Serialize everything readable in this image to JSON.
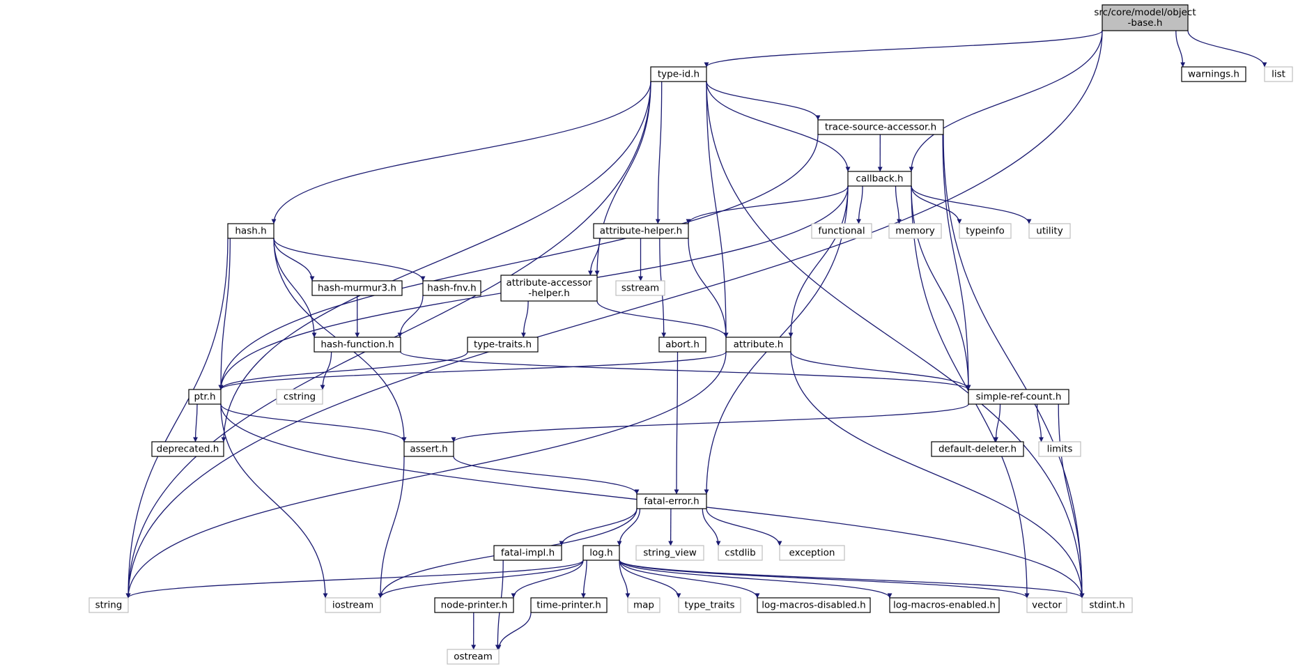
{
  "colors": {
    "edge": "#191970",
    "node_border": "#000000",
    "system_border": "#bfbfbf",
    "root_fill": "#bfbfbf",
    "node_fill": "#ffffff"
  },
  "nodes": [
    {
      "id": "object-base",
      "lines": [
        "src/core/model/object",
        "-base.h"
      ],
      "kind": "root"
    },
    {
      "id": "type-id",
      "lines": [
        "type-id.h"
      ],
      "kind": "local"
    },
    {
      "id": "warnings",
      "lines": [
        "warnings.h"
      ],
      "kind": "local"
    },
    {
      "id": "list",
      "lines": [
        "list"
      ],
      "kind": "system"
    },
    {
      "id": "trace-source-accessor",
      "lines": [
        "trace-source-accessor.h"
      ],
      "kind": "local"
    },
    {
      "id": "callback",
      "lines": [
        "callback.h"
      ],
      "kind": "local"
    },
    {
      "id": "hash",
      "lines": [
        "hash.h"
      ],
      "kind": "local"
    },
    {
      "id": "attribute-helper",
      "lines": [
        "attribute-helper.h"
      ],
      "kind": "local"
    },
    {
      "id": "functional",
      "lines": [
        "functional"
      ],
      "kind": "system"
    },
    {
      "id": "memory",
      "lines": [
        "memory"
      ],
      "kind": "system"
    },
    {
      "id": "typeinfo",
      "lines": [
        "typeinfo"
      ],
      "kind": "system"
    },
    {
      "id": "utility",
      "lines": [
        "utility"
      ],
      "kind": "system"
    },
    {
      "id": "hash-murmur3",
      "lines": [
        "hash-murmur3.h"
      ],
      "kind": "local"
    },
    {
      "id": "hash-fnv",
      "lines": [
        "hash-fnv.h"
      ],
      "kind": "local"
    },
    {
      "id": "attribute-accessor-helper",
      "lines": [
        "attribute-accessor",
        "-helper.h"
      ],
      "kind": "local"
    },
    {
      "id": "sstream",
      "lines": [
        "sstream"
      ],
      "kind": "system"
    },
    {
      "id": "hash-function",
      "lines": [
        "hash-function.h"
      ],
      "kind": "local"
    },
    {
      "id": "type-traits",
      "lines": [
        "type-traits.h"
      ],
      "kind": "local"
    },
    {
      "id": "abort",
      "lines": [
        "abort.h"
      ],
      "kind": "local"
    },
    {
      "id": "attribute",
      "lines": [
        "attribute.h"
      ],
      "kind": "local"
    },
    {
      "id": "ptr",
      "lines": [
        "ptr.h"
      ],
      "kind": "local"
    },
    {
      "id": "cstring",
      "lines": [
        "cstring"
      ],
      "kind": "system"
    },
    {
      "id": "simple-ref-count",
      "lines": [
        "simple-ref-count.h"
      ],
      "kind": "local"
    },
    {
      "id": "deprecated",
      "lines": [
        "deprecated.h"
      ],
      "kind": "local"
    },
    {
      "id": "assert",
      "lines": [
        "assert.h"
      ],
      "kind": "local"
    },
    {
      "id": "default-deleter",
      "lines": [
        "default-deleter.h"
      ],
      "kind": "local"
    },
    {
      "id": "limits",
      "lines": [
        "limits"
      ],
      "kind": "system"
    },
    {
      "id": "fatal-error",
      "lines": [
        "fatal-error.h"
      ],
      "kind": "local"
    },
    {
      "id": "fatal-impl",
      "lines": [
        "fatal-impl.h"
      ],
      "kind": "local"
    },
    {
      "id": "log",
      "lines": [
        "log.h"
      ],
      "kind": "local"
    },
    {
      "id": "string_view",
      "lines": [
        "string_view"
      ],
      "kind": "system"
    },
    {
      "id": "cstdlib",
      "lines": [
        "cstdlib"
      ],
      "kind": "system"
    },
    {
      "id": "exception",
      "lines": [
        "exception"
      ],
      "kind": "system"
    },
    {
      "id": "string",
      "lines": [
        "string"
      ],
      "kind": "system"
    },
    {
      "id": "iostream",
      "lines": [
        "iostream"
      ],
      "kind": "system"
    },
    {
      "id": "node-printer",
      "lines": [
        "node-printer.h"
      ],
      "kind": "local"
    },
    {
      "id": "time-printer",
      "lines": [
        "time-printer.h"
      ],
      "kind": "local"
    },
    {
      "id": "map",
      "lines": [
        "map"
      ],
      "kind": "system"
    },
    {
      "id": "type_traits",
      "lines": [
        "type_traits"
      ],
      "kind": "system"
    },
    {
      "id": "log-macros-disabled",
      "lines": [
        "log-macros-disabled.h"
      ],
      "kind": "local"
    },
    {
      "id": "log-macros-enabled",
      "lines": [
        "log-macros-enabled.h"
      ],
      "kind": "local"
    },
    {
      "id": "vector",
      "lines": [
        "vector"
      ],
      "kind": "system"
    },
    {
      "id": "stdint",
      "lines": [
        "stdint.h"
      ],
      "kind": "system"
    },
    {
      "id": "ostream",
      "lines": [
        "ostream"
      ],
      "kind": "system"
    }
  ],
  "edges": [
    [
      "object-base",
      "string"
    ],
    [
      "object-base",
      "type-id"
    ],
    [
      "object-base",
      "callback"
    ],
    [
      "object-base",
      "warnings"
    ],
    [
      "object-base",
      "list"
    ],
    [
      "type-id",
      "string"
    ],
    [
      "type-id",
      "deprecated"
    ],
    [
      "type-id",
      "hash"
    ],
    [
      "type-id",
      "attribute-accessor-helper"
    ],
    [
      "type-id",
      "attribute-helper"
    ],
    [
      "type-id",
      "attribute"
    ],
    [
      "type-id",
      "callback"
    ],
    [
      "type-id",
      "trace-source-accessor"
    ],
    [
      "type-id",
      "stdint"
    ],
    [
      "trace-source-accessor",
      "ptr"
    ],
    [
      "trace-source-accessor",
      "callback"
    ],
    [
      "trace-source-accessor",
      "simple-ref-count"
    ],
    [
      "trace-source-accessor",
      "stdint"
    ],
    [
      "callback",
      "ptr"
    ],
    [
      "callback",
      "attribute-helper"
    ],
    [
      "callback",
      "attribute"
    ],
    [
      "callback",
      "fatal-error"
    ],
    [
      "callback",
      "functional"
    ],
    [
      "callback",
      "memory"
    ],
    [
      "callback",
      "typeinfo"
    ],
    [
      "callback",
      "utility"
    ],
    [
      "callback",
      "simple-ref-count"
    ],
    [
      "callback",
      "vector"
    ],
    [
      "hash",
      "string"
    ],
    [
      "hash",
      "ptr"
    ],
    [
      "hash",
      "assert"
    ],
    [
      "hash",
      "hash-function"
    ],
    [
      "hash",
      "hash-murmur3"
    ],
    [
      "hash",
      "hash-fnv"
    ],
    [
      "hash-murmur3",
      "hash-function"
    ],
    [
      "hash-fnv",
      "hash-function"
    ],
    [
      "hash-function",
      "cstring"
    ],
    [
      "hash-function",
      "simple-ref-count"
    ],
    [
      "attribute-helper",
      "attribute-accessor-helper"
    ],
    [
      "attribute-helper",
      "sstream"
    ],
    [
      "attribute-helper",
      "abort"
    ],
    [
      "attribute-helper",
      "attribute"
    ],
    [
      "attribute-accessor-helper",
      "type-traits"
    ],
    [
      "attribute-accessor-helper",
      "attribute"
    ],
    [
      "type-traits",
      "ptr"
    ],
    [
      "abort",
      "fatal-error"
    ],
    [
      "attribute",
      "ptr"
    ],
    [
      "attribute",
      "string"
    ],
    [
      "attribute",
      "simple-ref-count"
    ],
    [
      "attribute",
      "stdint"
    ],
    [
      "ptr",
      "deprecated"
    ],
    [
      "ptr",
      "assert"
    ],
    [
      "ptr",
      "iostream"
    ],
    [
      "ptr",
      "stdint"
    ],
    [
      "simple-ref-count",
      "assert"
    ],
    [
      "simple-ref-count",
      "default-deleter"
    ],
    [
      "simple-ref-count",
      "limits"
    ],
    [
      "simple-ref-count",
      "stdint"
    ],
    [
      "assert",
      "iostream"
    ],
    [
      "assert",
      "fatal-error"
    ],
    [
      "fatal-error",
      "iostream"
    ],
    [
      "fatal-error",
      "fatal-impl"
    ],
    [
      "fatal-error",
      "log"
    ],
    [
      "fatal-error",
      "string_view"
    ],
    [
      "fatal-error",
      "cstdlib"
    ],
    [
      "fatal-error",
      "exception"
    ],
    [
      "fatal-impl",
      "ostream"
    ],
    [
      "log",
      "string"
    ],
    [
      "log",
      "iostream"
    ],
    [
      "log",
      "node-printer"
    ],
    [
      "log",
      "time-printer"
    ],
    [
      "log",
      "map"
    ],
    [
      "log",
      "type_traits"
    ],
    [
      "log",
      "log-macros-disabled"
    ],
    [
      "log",
      "log-macros-enabled"
    ],
    [
      "log",
      "vector"
    ],
    [
      "log",
      "stdint"
    ],
    [
      "node-printer",
      "ostream"
    ],
    [
      "time-printer",
      "ostream"
    ]
  ]
}
